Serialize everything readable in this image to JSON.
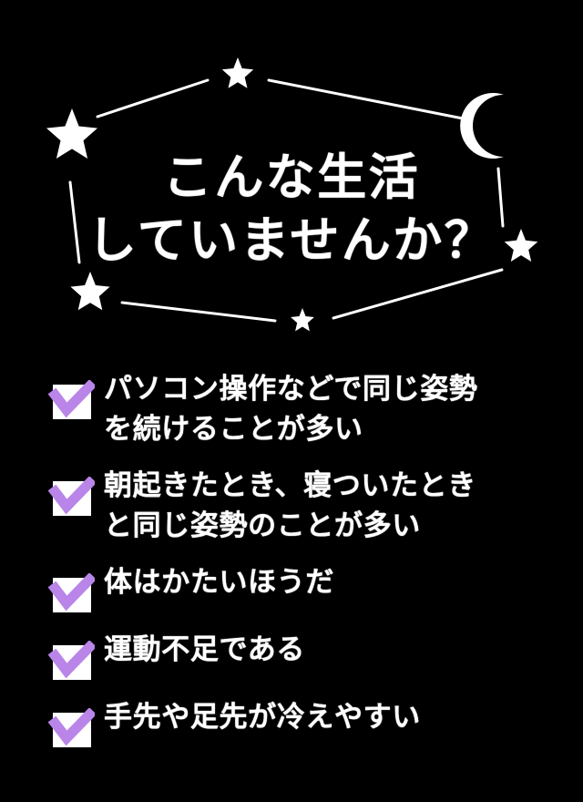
{
  "page": {
    "background_color": "#000000",
    "text_color": "#ffffff",
    "accent_color": "#b985e8"
  },
  "hero": {
    "title_line_1": "こんな生活",
    "title_line_2": "していませんか？",
    "decorations": {
      "moon": "crescent-moon",
      "stars": [
        {
          "name": "star-top-center",
          "size": "small"
        },
        {
          "name": "star-left-large",
          "size": "large"
        },
        {
          "name": "star-right-small",
          "size": "small"
        },
        {
          "name": "star-bottom-left",
          "size": "medium"
        },
        {
          "name": "star-bottom-center",
          "size": "tiny"
        }
      ],
      "frame": "dashed-polygon-outline"
    }
  },
  "checklist": {
    "checkbox_fill": "#ffffff",
    "checkmark_color": "#b985e8",
    "items": [
      {
        "id": "item-1",
        "lines": [
          "パソコン操作などで同じ姿勢",
          "を続けることが多い"
        ]
      },
      {
        "id": "item-2",
        "lines": [
          "朝起きたとき、寝ついたとき",
          "と同じ姿勢のことが多い"
        ]
      },
      {
        "id": "item-3",
        "lines": [
          "体はかたいほうだ"
        ]
      },
      {
        "id": "item-4",
        "lines": [
          "運動不足である"
        ]
      },
      {
        "id": "item-5",
        "lines": [
          "手先や足先が冷えやすい"
        ]
      }
    ]
  }
}
